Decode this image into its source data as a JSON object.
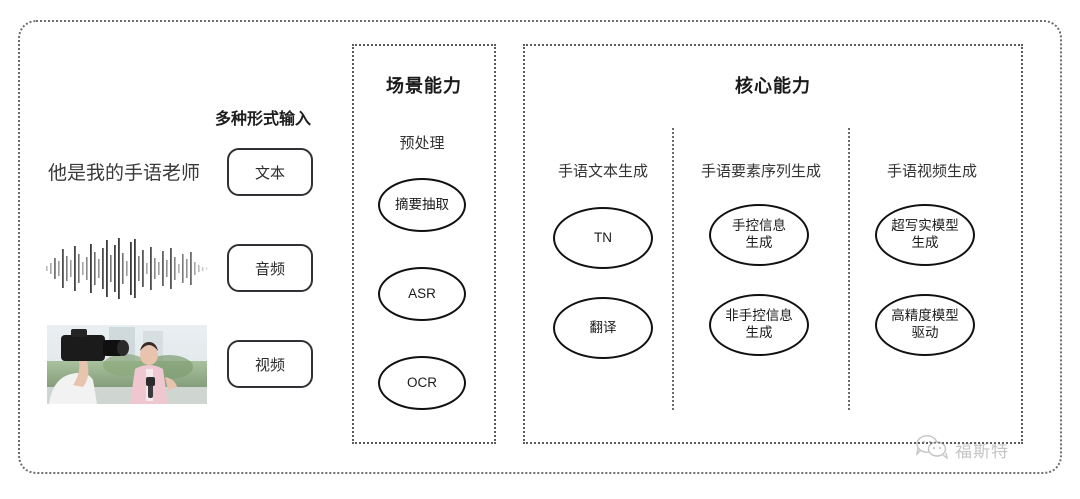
{
  "input_section": {
    "heading": "多种形式输入",
    "sample_sentence": "他是我的手语老师",
    "modalities": [
      {
        "label": "文本",
        "icon": "text-icon"
      },
      {
        "label": "音频",
        "icon": "waveform-icon"
      },
      {
        "label": "视频",
        "icon": "video-thumbnail-icon"
      }
    ]
  },
  "scene_panel": {
    "title": "场景能力",
    "section_label": "预处理",
    "nodes": [
      {
        "label": "摘要抽取"
      },
      {
        "label": "ASR"
      },
      {
        "label": "OCR"
      }
    ]
  },
  "core_panel": {
    "title": "核心能力",
    "columns": [
      {
        "header": "手语文本生成",
        "nodes": [
          {
            "label": "TN"
          },
          {
            "label": "翻译"
          }
        ]
      },
      {
        "header": "手语要素序列生成",
        "nodes": [
          {
            "line1": "手控信息",
            "line2": "生成"
          },
          {
            "line1": "非手控信息",
            "line2": "生成"
          }
        ]
      },
      {
        "header": "手语视频生成",
        "nodes": [
          {
            "line1": "超写实模型",
            "line2": "生成"
          },
          {
            "line1": "高精度模型",
            "line2": "驱动"
          }
        ]
      }
    ]
  },
  "watermark": {
    "text": "福斯特",
    "icon": "wechat-icon"
  },
  "colors": {
    "border": "#5a5a5a",
    "outer_border": "#6d6d6d",
    "ellipse_stroke": "#111111",
    "text": "#262626",
    "watermark": "#8a8a8a"
  }
}
